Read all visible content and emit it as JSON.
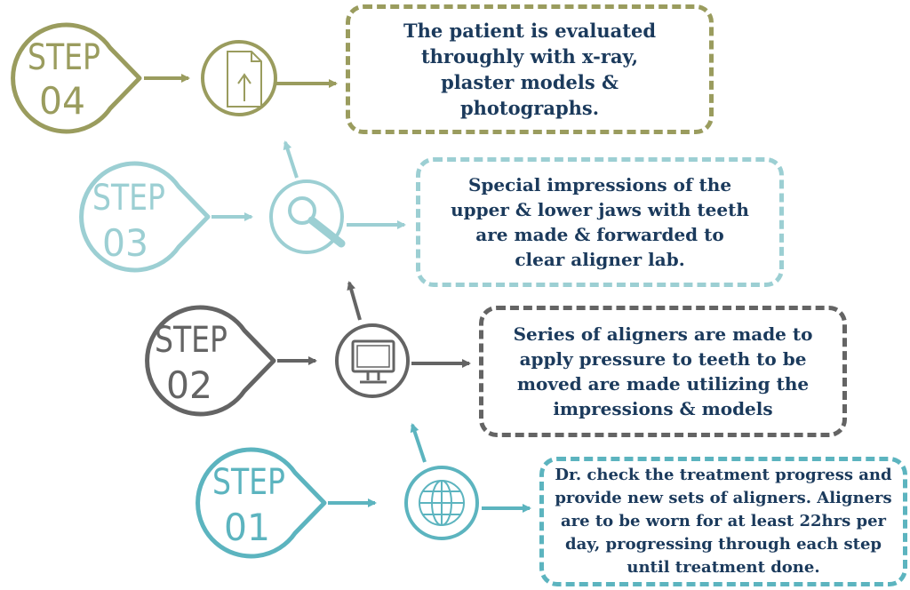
{
  "colors": {
    "step4": "#9a9c5e",
    "step3": "#9ccfd3",
    "step2": "#646464",
    "step1": "#5cb4bf",
    "text": "#1b3a5c"
  },
  "steps": [
    {
      "word": "STEP",
      "number": "04",
      "icon": "document-upload-icon",
      "description": "The patient is evaluated throughly with x-ray, plaster models & photographs."
    },
    {
      "word": "STEP",
      "number": "03",
      "icon": "magnifier-icon",
      "description": "Special impressions of the upper & lower jaws with teeth are made & forwarded to clear aligner lab."
    },
    {
      "word": "STEP",
      "number": "02",
      "icon": "monitor-icon",
      "description": "Series of aligners are made to apply pressure to teeth to be moved are made utilizing the impressions & models"
    },
    {
      "word": "STEP",
      "number": "01",
      "icon": "globe-icon",
      "description": "Dr. check the treatment progress and provide new sets of aligners. Aligners are to be worn for at least 22hrs per day, progressing through each step until treatment done."
    }
  ]
}
